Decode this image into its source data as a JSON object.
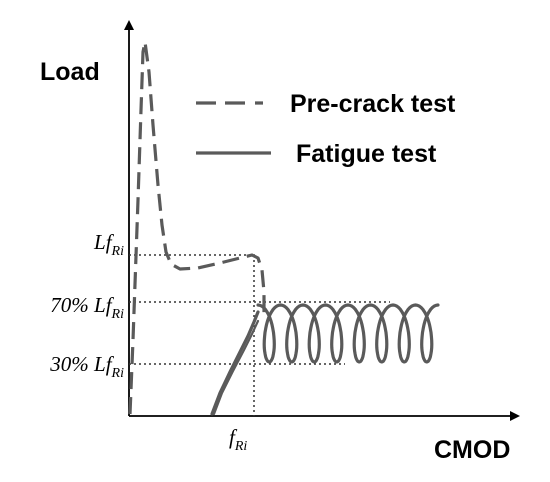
{
  "axes": {
    "y_title": "Load",
    "x_title": "CMOD"
  },
  "legend": [
    {
      "label": "Pre-crack test",
      "style": "dashed"
    },
    {
      "label": "Fatigue test",
      "style": "solid"
    }
  ],
  "y_ticks": [
    {
      "prefix": "",
      "main": "Lf",
      "sub": "Ri"
    },
    {
      "prefix": "70% ",
      "main": "Lf",
      "sub": "Ri"
    },
    {
      "prefix": "30% ",
      "main": "Lf",
      "sub": "Ri"
    }
  ],
  "x_ticks": [
    {
      "main": "f",
      "sub": "Ri"
    }
  ],
  "colors": {
    "curve": "#5a5a5a",
    "axis": "#000000"
  }
}
